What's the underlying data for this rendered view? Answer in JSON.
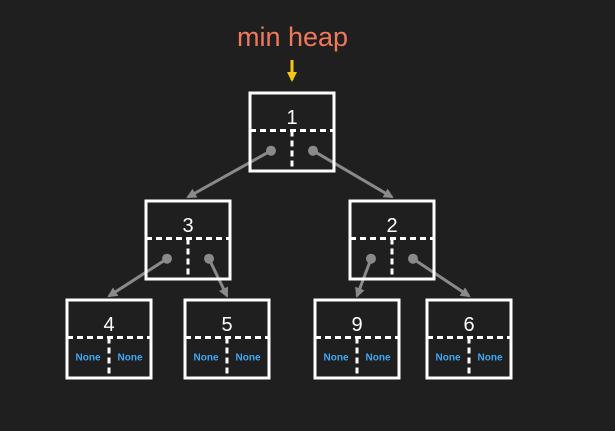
{
  "title": "min heap",
  "colors": {
    "background": "#1f1f1f",
    "title": "#f0785c",
    "pointer_arrow": "#f5c518",
    "node_border": "#ffffff",
    "node_text": "#ffffff",
    "edge": "#8a8a8a",
    "none_label": "#3fa9f5"
  },
  "nodes": [
    {
      "id": "n1",
      "value": "1",
      "left": "",
      "right": ""
    },
    {
      "id": "n3",
      "value": "3",
      "left": "",
      "right": ""
    },
    {
      "id": "n2",
      "value": "2",
      "left": "",
      "right": ""
    },
    {
      "id": "n4",
      "value": "4",
      "left": "None",
      "right": "None"
    },
    {
      "id": "n5",
      "value": "5",
      "left": "None",
      "right": "None"
    },
    {
      "id": "n9",
      "value": "9",
      "left": "None",
      "right": "None"
    },
    {
      "id": "n6",
      "value": "6",
      "left": "None",
      "right": "None"
    }
  ],
  "edges": [
    {
      "from": "n1",
      "side": "left",
      "to": "n3"
    },
    {
      "from": "n1",
      "side": "right",
      "to": "n2"
    },
    {
      "from": "n3",
      "side": "left",
      "to": "n4"
    },
    {
      "from": "n3",
      "side": "right",
      "to": "n5"
    },
    {
      "from": "n2",
      "side": "left",
      "to": "n9"
    },
    {
      "from": "n2",
      "side": "right",
      "to": "n6"
    }
  ]
}
